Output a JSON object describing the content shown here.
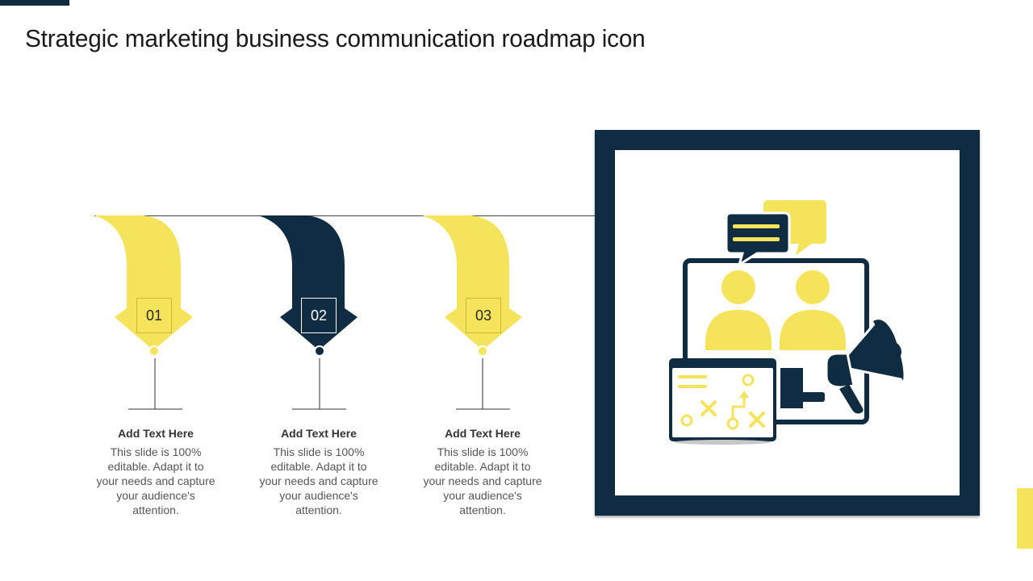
{
  "title": "Strategic marketing business communication roadmap icon",
  "colors": {
    "navy": "#102c42",
    "yellow": "#f5e35b",
    "line": "#444444"
  },
  "steps": [
    {
      "number": "01",
      "color": "yellow",
      "heading": "Add Text Here",
      "body": "This slide is 100% editable. Adapt it to your needs and capture your audience's attention."
    },
    {
      "number": "02",
      "color": "navy",
      "heading": "Add Text Here",
      "body": "This slide is 100% editable. Adapt it to your needs and capture your audience's attention."
    },
    {
      "number": "03",
      "color": "yellow",
      "heading": "Add Text Here",
      "body": "This slide is 100% editable. Adapt it to your needs and capture your audience's attention."
    }
  ],
  "illustration": {
    "icon": "video-conference-marketing-strategy-icon"
  }
}
